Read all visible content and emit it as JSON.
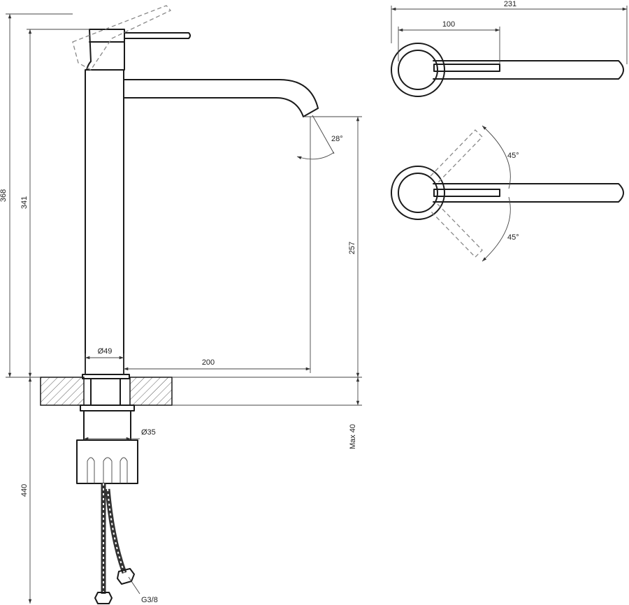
{
  "dimensions": {
    "overall_height": "368",
    "body_height": "341",
    "spout_height": "257",
    "spout_reach": "200",
    "body_diameter": "Ø49",
    "shank_diameter": "Ø35",
    "total_width": "231",
    "handle_length": "100",
    "spout_angle": "28°",
    "rotation_up": "45°",
    "rotation_down": "45°",
    "max_deck_thickness": "Max 40",
    "hose_length": "440",
    "thread_size": "G3/8"
  }
}
